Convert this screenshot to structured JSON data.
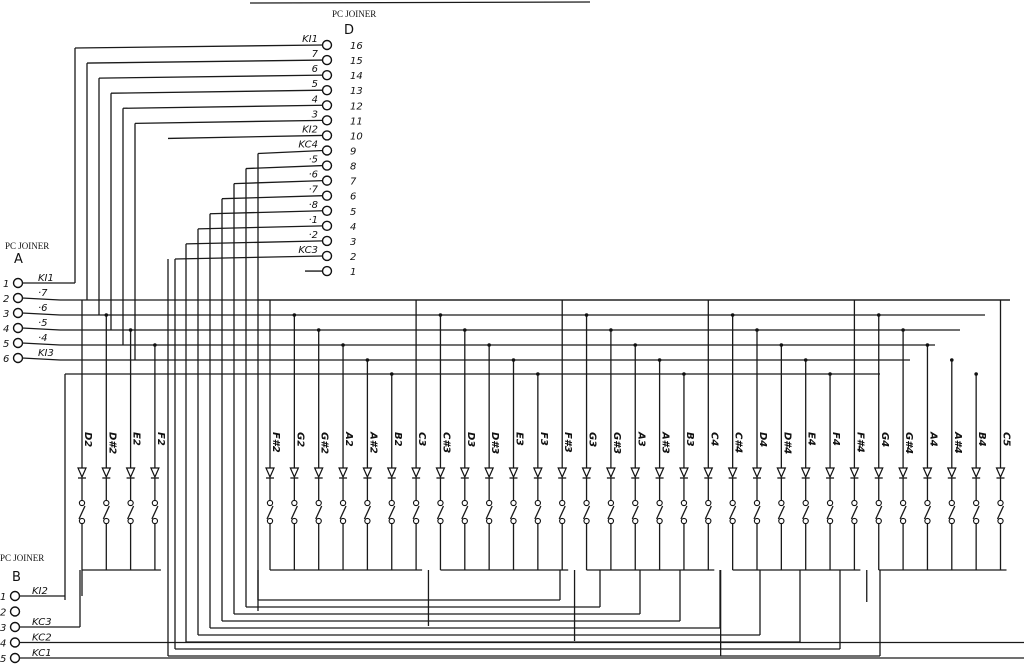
{
  "connector_d": {
    "title": "PC JOINER",
    "letter": "D",
    "pins": [
      {
        "num": "16",
        "label": "KI1"
      },
      {
        "num": "15",
        "label": "7"
      },
      {
        "num": "14",
        "label": "6"
      },
      {
        "num": "13",
        "label": "5"
      },
      {
        "num": "12",
        "label": "4"
      },
      {
        "num": "11",
        "label": "3"
      },
      {
        "num": "10",
        "label": "KI2"
      },
      {
        "num": "9",
        "label": "KC4"
      },
      {
        "num": "8",
        "label": "·5"
      },
      {
        "num": "7",
        "label": "·6"
      },
      {
        "num": "6",
        "label": "·7"
      },
      {
        "num": "5",
        "label": "·8"
      },
      {
        "num": "4",
        "label": "·1"
      },
      {
        "num": "3",
        "label": "·2"
      },
      {
        "num": "2",
        "label": "KC3"
      },
      {
        "num": "1",
        "label": ""
      }
    ]
  },
  "connector_a": {
    "title": "PC JOINER",
    "letter": "A",
    "pins": [
      {
        "num": "1",
        "label": "KI1"
      },
      {
        "num": "2",
        "label": "·7"
      },
      {
        "num": "3",
        "label": "·6"
      },
      {
        "num": "4",
        "label": "·5"
      },
      {
        "num": "5",
        "label": "·4"
      },
      {
        "num": "6",
        "label": "KI3"
      }
    ]
  },
  "connector_b": {
    "title": "PC JOINER",
    "letter": "B",
    "pins": [
      {
        "num": "1",
        "label": "KI2"
      },
      {
        "num": "2",
        "label": ""
      },
      {
        "num": "3",
        "label": "KC3"
      },
      {
        "num": "4",
        "label": "KC2"
      },
      {
        "num": "5",
        "label": "KC1"
      }
    ]
  },
  "diodes": [
    "D2",
    "D#2",
    "E2",
    "F2",
    "F#2",
    "G2",
    "G#2",
    "A2",
    "A#2",
    "B2",
    "C3",
    "C#3",
    "D3",
    "D#3",
    "E3",
    "F3",
    "F#3",
    "G3",
    "G#3",
    "A3",
    "A#3",
    "B3",
    "C4",
    "C#4",
    "D4",
    "D#4",
    "E4",
    "F4",
    "F#4",
    "G4",
    "G#4",
    "A4",
    "A#4",
    "B4",
    "C5"
  ]
}
